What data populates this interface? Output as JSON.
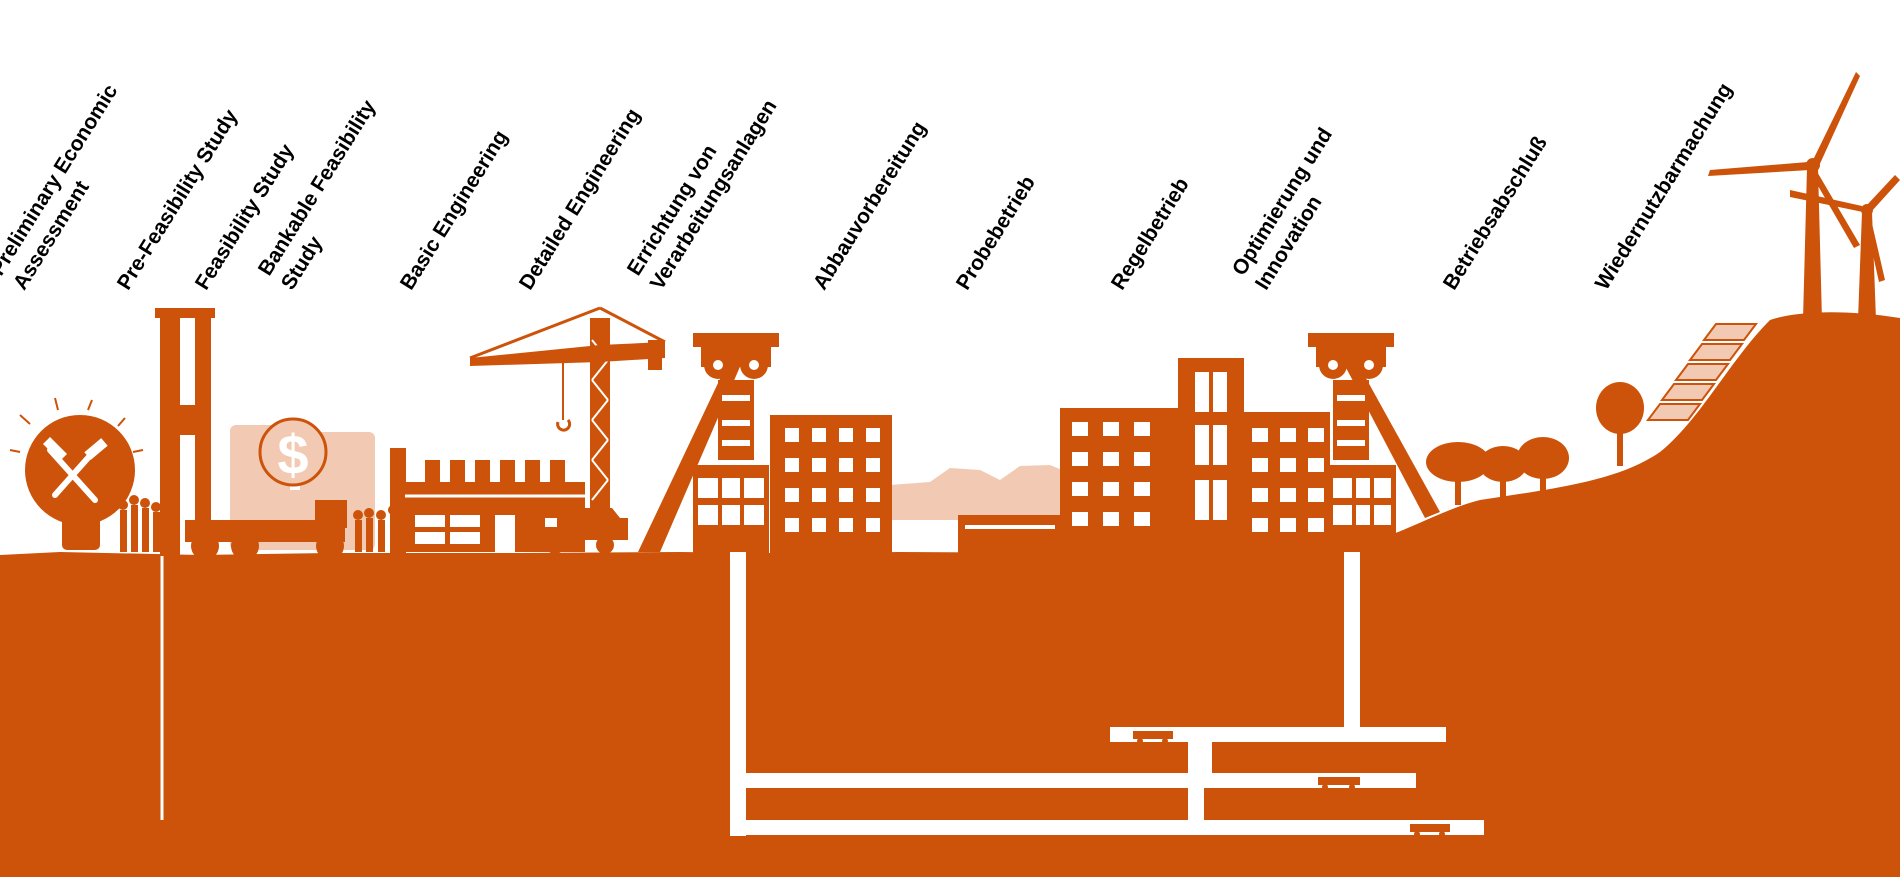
{
  "colors": {
    "primary": "#cc5309",
    "light": "#f2c9b2",
    "background": "#ffffff",
    "text": "#000000"
  },
  "phases": [
    {
      "label": "Preliminary Economic\nAssessment"
    },
    {
      "label": "Pre-Feasibility Study"
    },
    {
      "label": "Feasibility Study"
    },
    {
      "label": "Bankable Feasibility\nStudy"
    },
    {
      "label": "Basic Engineering"
    },
    {
      "label": "Detailed Engineering"
    },
    {
      "label": "Errichtung von\nVerarbeitungsanlagen"
    },
    {
      "label": "Abbauvorbereitung"
    },
    {
      "label": "Probebetrieb"
    },
    {
      "label": "Regelbetrieb"
    },
    {
      "label": "Optimierung und\nInnovation"
    },
    {
      "label": "Betriebsabschluß"
    },
    {
      "label": "Wiedernutzbarmachung"
    }
  ],
  "icons": {
    "dollar": "$"
  }
}
